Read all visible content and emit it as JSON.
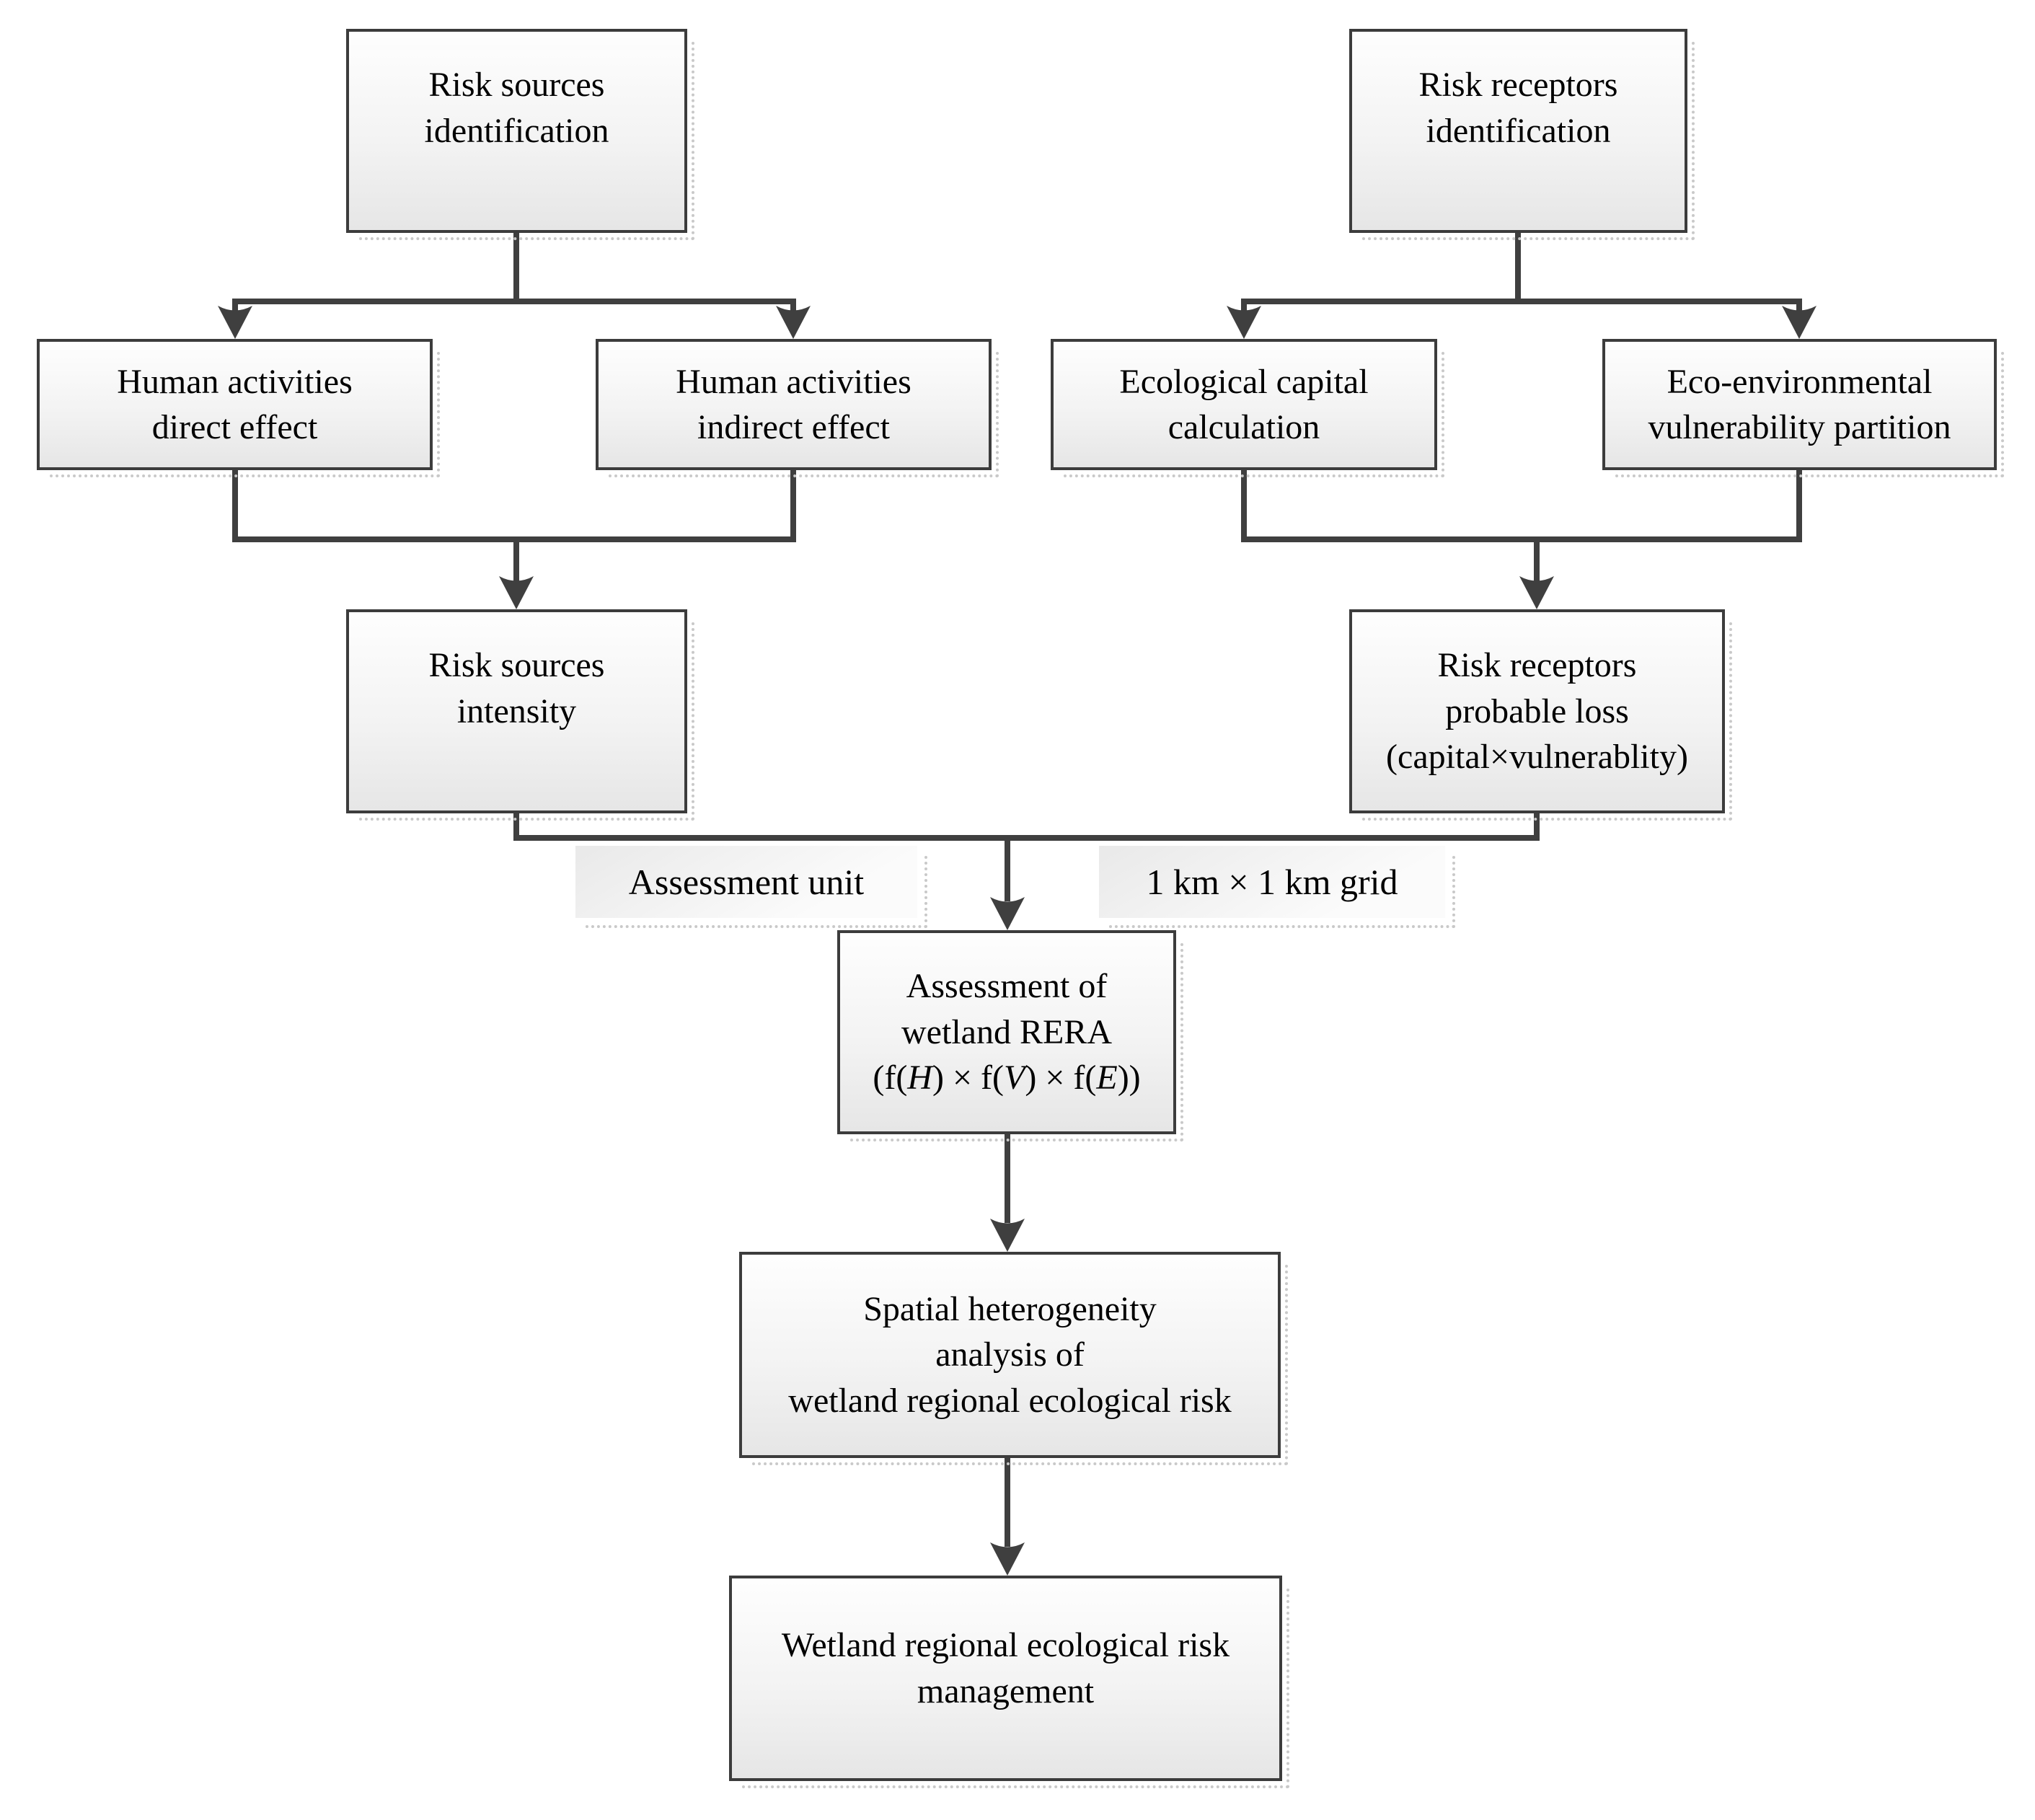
{
  "nodes": {
    "risk_sources_id": {
      "lines": [
        "Risk sources",
        "identification"
      ]
    },
    "risk_receptors_id": {
      "lines": [
        "Risk receptors",
        "identification"
      ]
    },
    "human_direct": {
      "lines": [
        "Human activities",
        "direct effect"
      ]
    },
    "human_indirect": {
      "lines": [
        "Human activities",
        "indirect effect"
      ]
    },
    "eco_capital": {
      "lines": [
        "Ecological capital",
        "calculation"
      ]
    },
    "eco_env_vuln": {
      "lines": [
        "Eco-environmental",
        "vulnerability partition"
      ]
    },
    "risk_src_intensity": {
      "lines": [
        "Risk sources",
        "intensity"
      ]
    },
    "risk_rec_loss": {
      "lines": [
        "Risk receptors",
        "probable loss",
        "(capital×vulnerablity)"
      ]
    },
    "rera": {
      "lines": [
        "Assessment of",
        "wetland RERA"
      ],
      "formula": [
        "(f(",
        "H",
        ") × f(",
        "V",
        ") × f(",
        "E",
        "))"
      ]
    },
    "spatial": {
      "lines": [
        "Spatial heterogeneity",
        "analysis of",
        "wetland regional ecological risk"
      ]
    },
    "management": {
      "lines": [
        "Wetland regional ecological risk",
        "management"
      ]
    }
  },
  "labels": {
    "assessment_unit": "Assessment unit",
    "grid": "1 km × 1 km grid"
  },
  "colors": {
    "connector": "#3f3f3f",
    "box_border": "#3c3c3c",
    "box_fill_top": "#fefefe",
    "box_fill_bottom": "#e6e6e6",
    "shadow_dots": "#c9c9c9",
    "text": "#000000"
  }
}
